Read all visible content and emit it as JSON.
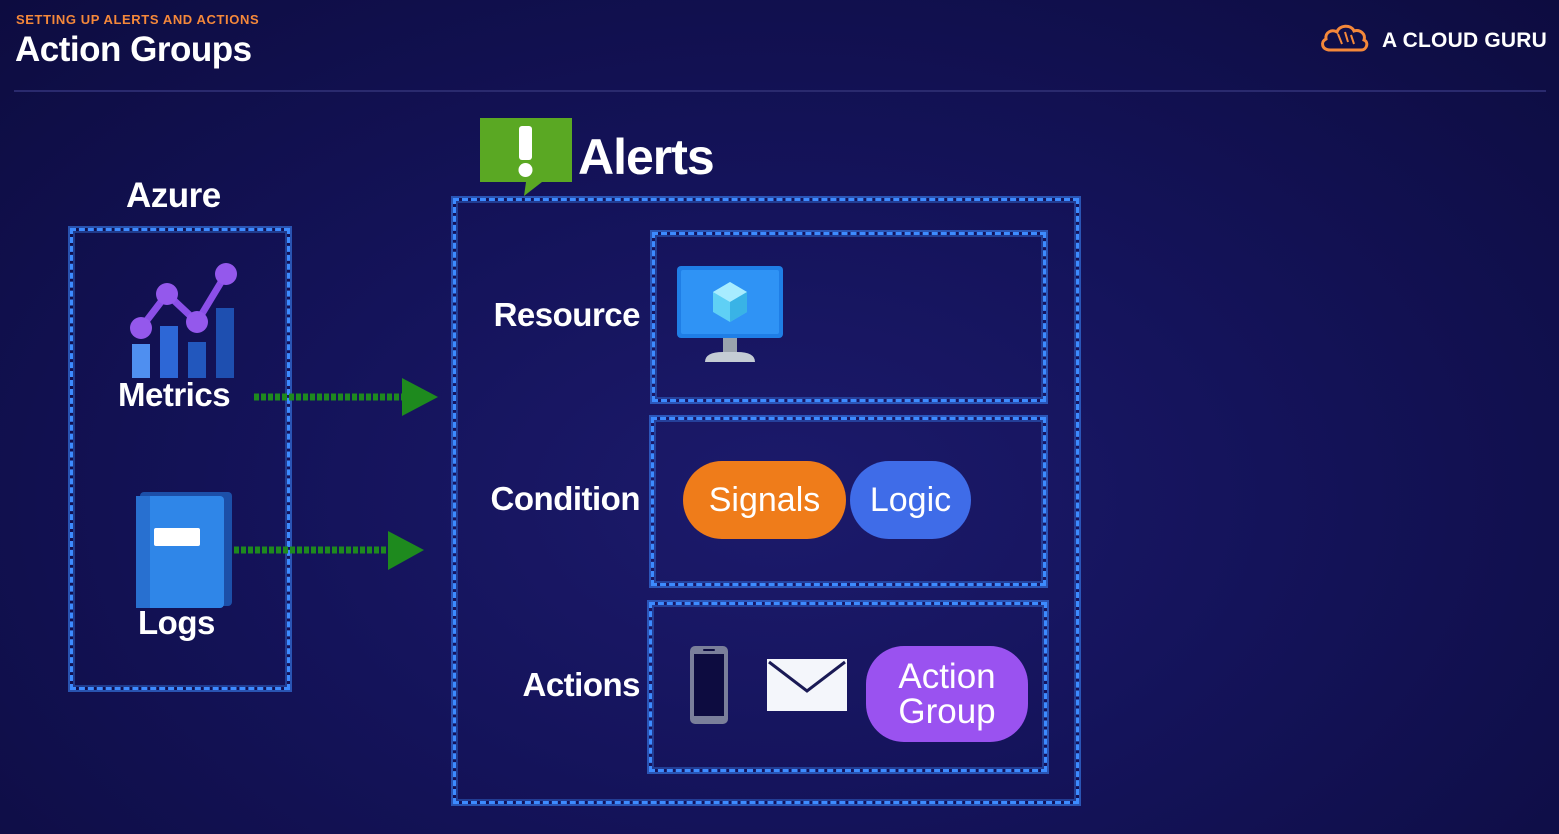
{
  "header": {
    "kicker": "SETTING UP ALERTS AND ACTIONS",
    "title": "Action Groups",
    "brand": "A CLOUD GURU"
  },
  "azure": {
    "heading": "Azure",
    "metrics_label": "Metrics",
    "logs_label": "Logs"
  },
  "alerts": {
    "heading": "Alerts",
    "rows": {
      "resource": "Resource",
      "condition": "Condition",
      "actions": "Actions"
    },
    "condition_pills": {
      "signals": "Signals",
      "logic": "Logic"
    },
    "action_group": {
      "line1": "Action",
      "line2": "Group"
    }
  },
  "colors": {
    "accent_orange": "#ef7c1a",
    "logic_blue": "#3f6ce8",
    "action_purple": "#9a52f0",
    "box_blue": "#3d8bff",
    "arrow_green": "#1e8a1e",
    "alert_green": "#5aa823"
  },
  "icons": [
    "cloud-logo-icon",
    "metrics-chart-icon",
    "logs-book-icon",
    "alert-exclamation-icon",
    "virtual-machine-icon",
    "mobile-phone-icon",
    "email-envelope-icon"
  ]
}
